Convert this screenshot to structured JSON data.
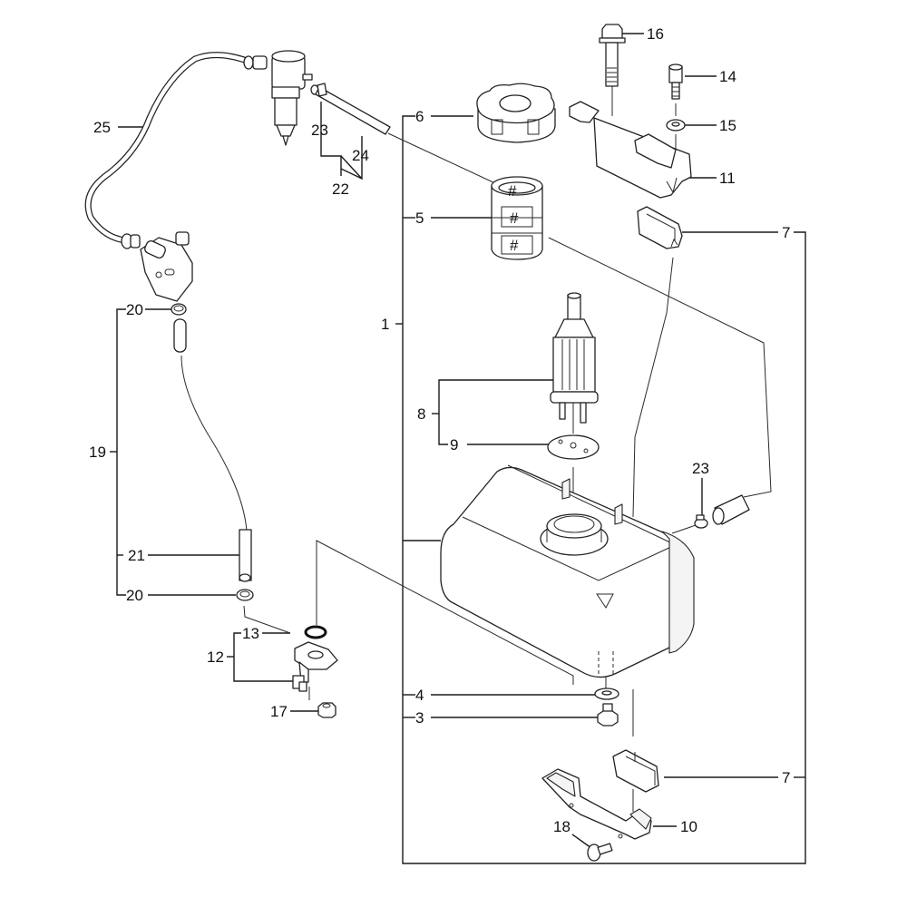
{
  "diagram": {
    "type": "exploded-parts-diagram",
    "subject": "fuel tank assembly",
    "callouts": [
      {
        "id": "c16",
        "label": "16",
        "part": "bolt"
      },
      {
        "id": "c14",
        "label": "14",
        "part": "stud"
      },
      {
        "id": "c15",
        "label": "15",
        "part": "washer"
      },
      {
        "id": "c11",
        "label": "11",
        "part": "upper tank bracket"
      },
      {
        "id": "c7a",
        "label": "7",
        "part": "rubber cushion (upper)"
      },
      {
        "id": "c6",
        "label": "6",
        "part": "fuel cap"
      },
      {
        "id": "c5",
        "label": "5",
        "part": "strainer"
      },
      {
        "id": "c1",
        "label": "1",
        "part": "fuel tank assembly"
      },
      {
        "id": "c8",
        "label": "8",
        "part": "fuel filter"
      },
      {
        "id": "c9",
        "label": "9",
        "part": "filter plate"
      },
      {
        "id": "c23b",
        "label": "23",
        "part": "hose clip"
      },
      {
        "id": "c4",
        "label": "4",
        "part": "washer"
      },
      {
        "id": "c3",
        "label": "3",
        "part": "drain plug"
      },
      {
        "id": "c7b",
        "label": "7",
        "part": "rubber cushion (lower)"
      },
      {
        "id": "c10",
        "label": "10",
        "part": "lower tank bracket"
      },
      {
        "id": "c18",
        "label": "18",
        "part": "bolt"
      },
      {
        "id": "c25",
        "label": "25",
        "part": "injection pipe"
      },
      {
        "id": "c23a",
        "label": "23",
        "part": "hose clip"
      },
      {
        "id": "c24",
        "label": "24",
        "part": "return hose"
      },
      {
        "id": "c22",
        "label": "22",
        "part": "return hose assembly"
      },
      {
        "id": "c20a",
        "label": "20",
        "part": "hose clamp (upper)"
      },
      {
        "id": "c19",
        "label": "19",
        "part": "fuel hose assembly"
      },
      {
        "id": "c21",
        "label": "21",
        "part": "fuel hose"
      },
      {
        "id": "c20b",
        "label": "20",
        "part": "hose clamp (lower)"
      },
      {
        "id": "c13",
        "label": "13",
        "part": "O-ring"
      },
      {
        "id": "c12",
        "label": "12",
        "part": "fuel cock"
      },
      {
        "id": "c17",
        "label": "17",
        "part": "nut"
      }
    ]
  }
}
